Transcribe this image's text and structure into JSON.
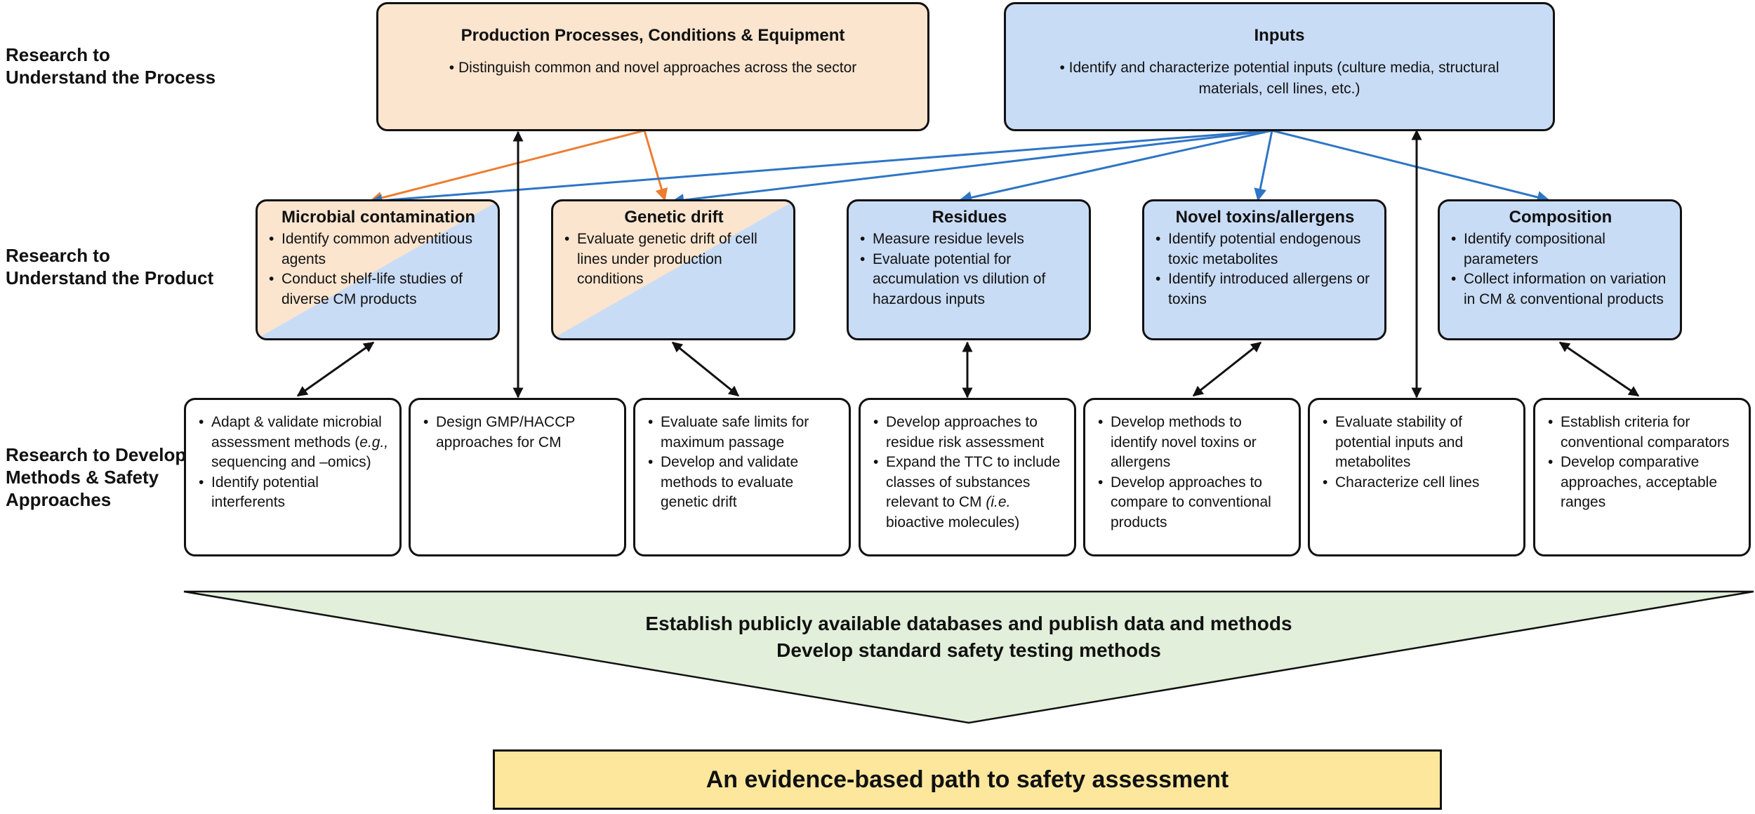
{
  "row_labels": {
    "process": "Research to Understand the Process",
    "product": "Research to Understand the Product",
    "methods": "Research to Develop Methods & Safety Approaches"
  },
  "top_boxes": [
    {
      "title": "Production Processes, Conditions & Equipment",
      "bullets": [
        "Distinguish common and novel approaches across the sector"
      ]
    },
    {
      "title": "Inputs",
      "bullets": [
        "Identify and characterize potential inputs (culture media, structural materials, cell lines, etc.)"
      ]
    }
  ],
  "product_boxes": [
    {
      "title": "Microbial contamination",
      "bullets": [
        "Identify common adventitious agents",
        "Conduct shelf-life studies of diverse CM products"
      ]
    },
    {
      "title": "Genetic drift",
      "bullets": [
        "Evaluate genetic drift of cell lines under production conditions"
      ]
    },
    {
      "title": "Residues",
      "bullets": [
        "Measure residue levels",
        "Evaluate potential for accumulation vs dilution of hazardous inputs"
      ]
    },
    {
      "title": "Novel toxins/allergens",
      "bullets": [
        "Identify potential endogenous toxic metabolites",
        "Identify introduced allergens or toxins"
      ]
    },
    {
      "title": "Composition",
      "bullets": [
        "Identify compositional parameters",
        "Collect information on variation in CM & conventional products"
      ]
    }
  ],
  "method_boxes": [
    {
      "b1_pre": "Adapt & validate microbial assessment methods (",
      "b1_em": "e.g.,",
      "b1_post": " sequencing and –omics)",
      "b2": "Identify potential interferents"
    },
    {
      "b1": "Design GMP/HACCP approaches for CM"
    },
    {
      "b1": "Evaluate safe limits for maximum passage",
      "b2": "Develop and validate methods to evaluate genetic drift"
    },
    {
      "b1": "Develop approaches to residue risk assessment",
      "b2_pre": "Expand the TTC to include classes of substances relevant to CM ",
      "b2_em": "(i.e.",
      "b2_post": " bioactive molecules)"
    },
    {
      "b1": "Develop methods to identify novel toxins or allergens",
      "b2": "Develop approaches  to compare to conventional products"
    },
    {
      "b1": "Evaluate stability of potential inputs and metabolites",
      "b2": "Characterize cell lines"
    },
    {
      "b1": "Establish criteria for conventional comparators",
      "b2": "Develop comparative approaches, acceptable ranges"
    }
  ],
  "triangle": {
    "line1": "Establish publicly available databases and publish data and methods",
    "line2": "Develop standard safety testing methods"
  },
  "final_box": "An evidence-based path to safety assessment",
  "colors": {
    "process_fill": "#fbe5cf",
    "product_fill": "#c9dcf5",
    "triangle_fill": "#e2efda",
    "final_fill": "#fce79d",
    "process_arrow": "#ed7d31",
    "inputs_arrow": "#2e75c6",
    "link_arrow": "#111111"
  }
}
